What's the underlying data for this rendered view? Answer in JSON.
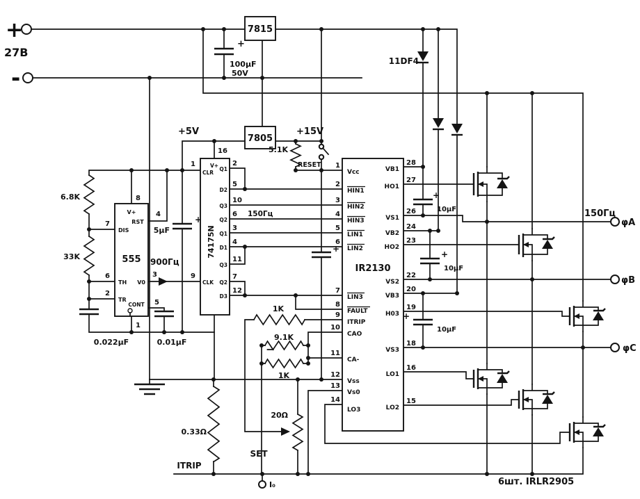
{
  "power": {
    "plus": "+",
    "minus": "-",
    "v27": "27В",
    "reg15": "7815",
    "reg5": "7805",
    "c100": "100µF",
    "c100v": "50V",
    "pol": "+",
    "p5": "+5V",
    "p15": "+15V",
    "r51": "5.1K",
    "reset": "RESET",
    "d_boot": "11DF4"
  },
  "osc": {
    "r1": "6.8K",
    "r2": "33K",
    "ic": "555",
    "vp": "V+",
    "rst": "RST",
    "dis": "DIS",
    "th": "TH",
    "tr": "TR",
    "cont": "CONT",
    "out": "V0",
    "p8": "8",
    "p4": "4",
    "p7": "7",
    "p6": "6",
    "p2": "2",
    "p3": "3",
    "p5": "5",
    "p1": "1",
    "c5": "5µF",
    "f": "900Гц",
    "c022": "0.022µF",
    "c001": "0.01µF"
  },
  "cnt": {
    "ic": "74175N",
    "vp": "V+",
    "clr": "CLR",
    "clk": "CLK",
    "p16": "16",
    "p1": "1",
    "p9": "9",
    "f": "150Гц",
    "rows": [
      {
        "n": "2",
        "l": "Q1"
      },
      {
        "n": "5",
        "l": "D2"
      },
      {
        "n": "10",
        "l": "Q3"
      },
      {
        "n": "6",
        "l": "Q2"
      },
      {
        "n": "3",
        "l": "Q1"
      },
      {
        "n": "4",
        "l": "D1"
      },
      {
        "n": "11",
        "l": "Q3"
      },
      {
        "n": "7",
        "l": "Q2"
      },
      {
        "n": "12",
        "l": "D3"
      }
    ]
  },
  "drv": {
    "ic": "IR2130",
    "left": [
      {
        "n": "1",
        "l": "Vcc"
      },
      {
        "n": "2",
        "l": "HIN1"
      },
      {
        "n": "3",
        "l": "HIN2"
      },
      {
        "n": "4",
        "l": "HIN3"
      },
      {
        "n": "5",
        "l": "LIN1"
      },
      {
        "n": "6",
        "l": "LIN2"
      },
      {
        "n": "7",
        "l": "LIN3"
      },
      {
        "n": "8",
        "l": "FAULT"
      },
      {
        "n": "9",
        "l": "ITRIP"
      },
      {
        "n": "10",
        "l": "CAO"
      },
      {
        "n": "11",
        "l": "CA-"
      },
      {
        "n": "12",
        "l": "Vss"
      },
      {
        "n": "13",
        "l": "Vs0"
      },
      {
        "n": "14",
        "l": "LO3"
      }
    ],
    "right": [
      {
        "n": "28",
        "l": "VB1"
      },
      {
        "n": "27",
        "l": "HO1"
      },
      {
        "n": "26",
        "l": "VS1"
      },
      {
        "n": "24",
        "l": "VB2"
      },
      {
        "n": "23",
        "l": "HO2"
      },
      {
        "n": "22",
        "l": "VS2"
      },
      {
        "n": "20",
        "l": "VB3"
      },
      {
        "n": "19",
        "l": "H03"
      },
      {
        "n": "18",
        "l": "VS3"
      },
      {
        "n": "16",
        "l": "LO1"
      },
      {
        "n": "15",
        "l": "LO2"
      }
    ]
  },
  "sense": {
    "r1k": "1K",
    "r91": "9.1K",
    "r1k2": "1K",
    "shunt": "0.33Ω",
    "set": "SET",
    "pot": "20Ω",
    "itrip": "ITRIP",
    "i0": "I₀"
  },
  "out": {
    "c1": "10µF",
    "c2": "10µF",
    "c3": "10µF",
    "f": "150Гц",
    "pa": "φA",
    "pb": "φB",
    "pc": "φC",
    "note": "6шт. IRLR2905"
  }
}
